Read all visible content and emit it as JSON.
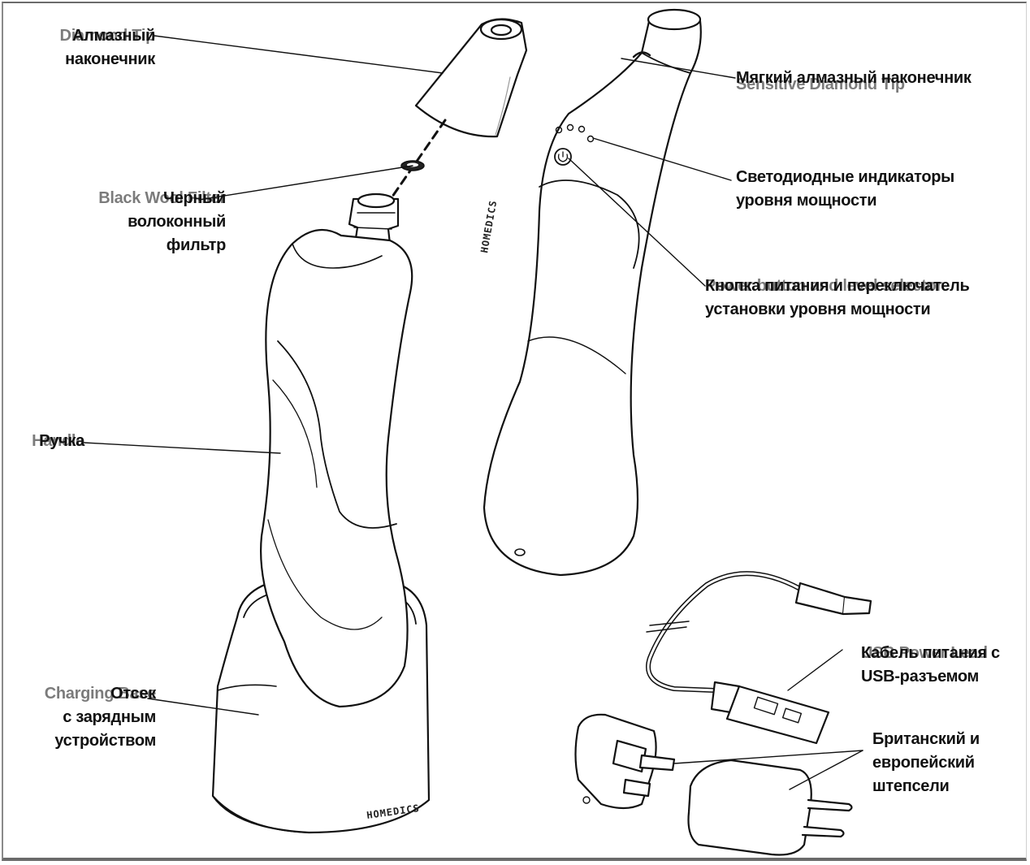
{
  "labels": {
    "diamond_tip": {
      "en": "Diamond Tip",
      "ru": [
        "Алмазный",
        "наконечник"
      ]
    },
    "wool_filter": {
      "en": "Black Wool Filter",
      "ru": [
        "Черный",
        "волоконный",
        "фильтр"
      ]
    },
    "handle": {
      "en": "Handle",
      "ru": [
        "Ручка"
      ]
    },
    "charging_base": {
      "en": "Charging Base",
      "ru": [
        "Отсек",
        "с зарядным",
        "устройством"
      ]
    },
    "sensitive_tip": {
      "en": "Sensitive Diamond Tip",
      "ru": [
        "Мягкий алмазный наконечник"
      ]
    },
    "led_indicators": {
      "ru": [
        "Светодиодные индикаторы",
        "уровня мощности"
      ]
    },
    "power_button": {
      "en": "Power button and level selector",
      "ru": [
        "Кнопка питания и переключатель",
        "установки уровня мощности"
      ]
    },
    "usb_lead": {
      "en": "USB Power Lead",
      "ru": [
        "Кабель питания с",
        "USB-разъемом"
      ]
    },
    "plugs": {
      "ru": [
        "Британский и",
        "европейский",
        "штепсели"
      ]
    }
  },
  "brand": "HOMEDICS",
  "colors": {
    "line": "#111111",
    "shade": "#e8e8e8",
    "text": "#111111"
  }
}
